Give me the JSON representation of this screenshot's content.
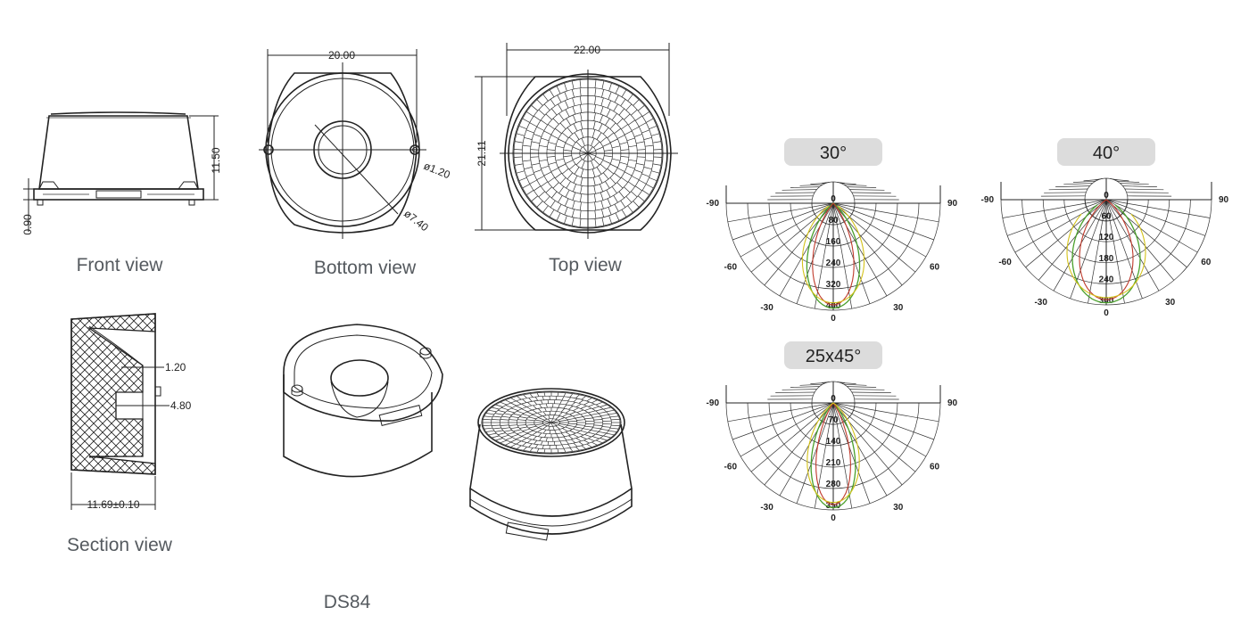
{
  "views": {
    "front_label": "Front view",
    "bottom_label": "Bottom view",
    "top_label": "Top view",
    "section_label": "Section view",
    "model_label": "DS84"
  },
  "dimensions": {
    "front_height": "11.50",
    "front_base": "0.90",
    "bottom_width": "20.00",
    "bottom_hole": "ø1.20",
    "bottom_bore": "ø7.40",
    "top_width": "22.00",
    "top_height": "21.11",
    "section_top": "1.20",
    "section_depth": "4.80",
    "section_width": "11.69±0.10"
  },
  "polar_charts": [
    {
      "title": "30°",
      "radial_labels": [
        "80",
        "160",
        "240",
        "320",
        "400"
      ],
      "angle_labels": {
        "left_90": "-90",
        "right_90": "90",
        "left_60": "-60",
        "right_60": "60",
        "left_30": "-30",
        "right_30": "30",
        "zero_top": "0",
        "zero_bottom": "0"
      },
      "beam_angle_deg": 30
    },
    {
      "title": "40°",
      "radial_labels": [
        "60",
        "120",
        "180",
        "240",
        "300"
      ],
      "angle_labels": {
        "left_90": "-90",
        "right_90": "90",
        "left_60": "-60",
        "right_60": "60",
        "left_30": "-30",
        "right_30": "30",
        "zero_top": "0",
        "zero_bottom": "0"
      },
      "beam_angle_deg": 40
    },
    {
      "title": "25x45°",
      "radial_labels": [
        "70",
        "140",
        "210",
        "280",
        "350"
      ],
      "angle_labels": {
        "left_90": "-90",
        "right_90": "90",
        "left_60": "-60",
        "right_60": "60",
        "left_30": "-30",
        "right_30": "30",
        "zero_top": "0",
        "zero_bottom": "0"
      },
      "beam_angle_deg": 25
    }
  ],
  "colors": {
    "line": "#222222",
    "title_pill": "#dcdcdc",
    "curve_green": "#4aa02c",
    "curve_red": "#c0392b",
    "curve_yellow": "#d4c21a"
  }
}
